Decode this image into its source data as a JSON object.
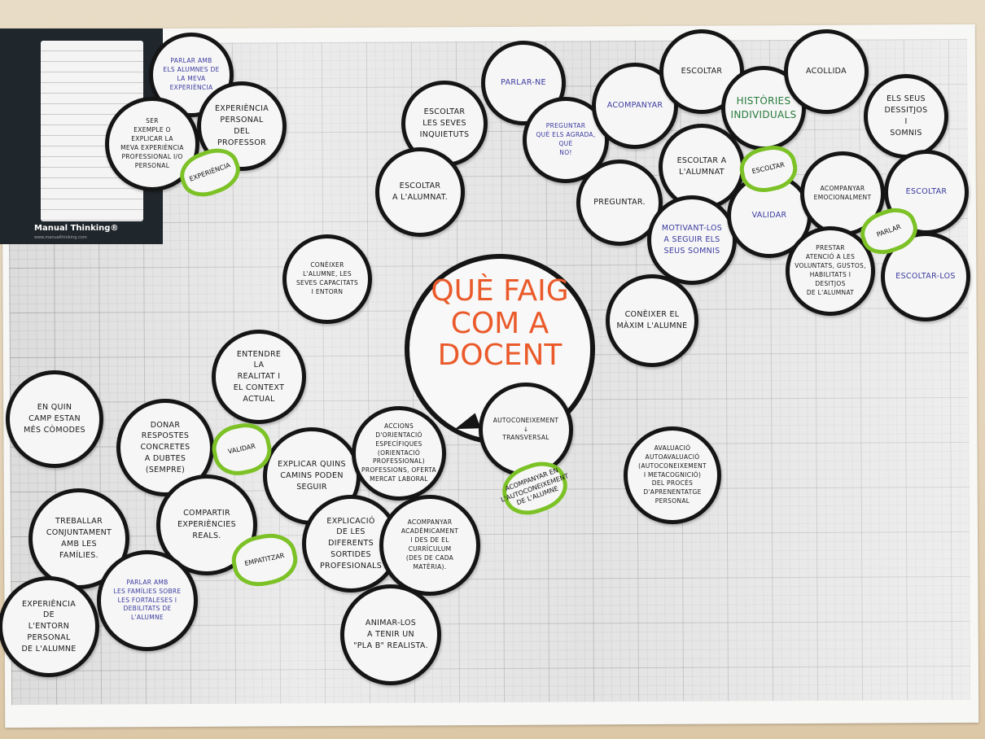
{
  "pad": {
    "brand": "Manual Thinking®",
    "url": "www.manualthinking.com"
  },
  "central_question": "Què faig\ncom a\ndocent",
  "colors": {
    "border": "#151515",
    "green_tag": "#7cc226",
    "central_text": "#ea5a2a",
    "blue_ink": "#3a3aa0",
    "green_ink": "#257a3a"
  },
  "circles": [
    {
      "text": "Parlar amb\nels alumnes de\nla meva experiència",
      "ink": "blue"
    },
    {
      "text": "Ser\nexemple o\nexplicar la\nmeva experiència\nprofessional i/o\npersonal",
      "ink": "black"
    },
    {
      "text": "Experiència\npersonal\ndel\nprofessor",
      "ink": "black"
    },
    {
      "text": "Escoltar\nles seves\ninquietuts",
      "ink": "black"
    },
    {
      "text": "Escoltar\na l'alumnat.",
      "ink": "black"
    },
    {
      "text": "Parlar-ne",
      "ink": "blue"
    },
    {
      "text": "Preguntar\nquè els agrada, què\nno!",
      "ink": "blue"
    },
    {
      "text": "Acompanyar",
      "ink": "blue"
    },
    {
      "text": "Escoltar",
      "ink": "black"
    },
    {
      "text": "Històries\nindividuals",
      "ink": "green"
    },
    {
      "text": "Acollida",
      "ink": "black"
    },
    {
      "text": "Els seus\ndessitjos\ni\nsomnis",
      "ink": "black"
    },
    {
      "text": "Escoltar a\nl'alumnat",
      "ink": "black"
    },
    {
      "text": "Preguntar.",
      "ink": "black"
    },
    {
      "text": "Motivant-los\na seguir els\nseus somnis",
      "ink": "blue"
    },
    {
      "text": "Validar",
      "ink": "blue"
    },
    {
      "text": "Acompanyar\nemocionalment",
      "ink": "black"
    },
    {
      "text": "Escoltar",
      "ink": "blue"
    },
    {
      "text": "Prestar\natenció a les\nvoluntats, gustos,\nhabilitats i desitjos\nde l'alumnat",
      "ink": "black"
    },
    {
      "text": "Escoltar-los",
      "ink": "blue"
    },
    {
      "text": "Conèixer\nl'alumne, les\nseves capacitats\ni entorn",
      "ink": "black"
    },
    {
      "text": "Conèixer el\nmàxim l'alumne",
      "ink": "black"
    },
    {
      "text": "Entendre\nla\nrealitat i\nel context\nactual",
      "ink": "black"
    },
    {
      "text": "En quin\ncamp estan\nmés còmodes",
      "ink": "black"
    },
    {
      "text": "Donar\nrespostes\nconcretes\na dubtes\n(sempre)",
      "ink": "black"
    },
    {
      "text": "Explicar quins\ncamins poden\nseguir",
      "ink": "black"
    },
    {
      "text": "Accions\nd'orientació\nespecífiques\n(orientació\nprofessional)\nprofessions, oferta\nmercat laboral",
      "ink": "black"
    },
    {
      "text": "Autoconeixement\n↓\ntransversal",
      "ink": "black"
    },
    {
      "text": "Avaluació\nautoavaluació\n(autoconeixement\ni metacognició)\ndel procés\nd'aprenentatge\npersonal",
      "ink": "black"
    },
    {
      "text": "Compartir\nexperiències\nreals.",
      "ink": "black"
    },
    {
      "text": "Treballar\nconjuntament\namb les\nfamílies.",
      "ink": "black"
    },
    {
      "text": "Explicació\nde les\ndiferents\nsortides\nprofesionals",
      "ink": "black"
    },
    {
      "text": "Acompanyar\nacadèmicament\ni des de el\ncurrículum\n(des de cada\nmatèria).",
      "ink": "black"
    },
    {
      "text": "Parlar amb\nles famílies sobre\nles fortaleses i\ndebilitats de\nl'alumne",
      "ink": "blue"
    },
    {
      "text": "Experiència\nde\nl'entorn\npersonal\nde l'alumne",
      "ink": "black"
    },
    {
      "text": "Animar-los\na tenir un\n\"pla B\" realista.",
      "ink": "black"
    }
  ],
  "tags": [
    {
      "text": "Experiència"
    },
    {
      "text": "Escoltar"
    },
    {
      "text": "Parlar"
    },
    {
      "text": "Validar"
    },
    {
      "text": "Acompanyar en\nl'autoconeixement\nde l'alumne"
    },
    {
      "text": "Empatitzar"
    }
  ]
}
